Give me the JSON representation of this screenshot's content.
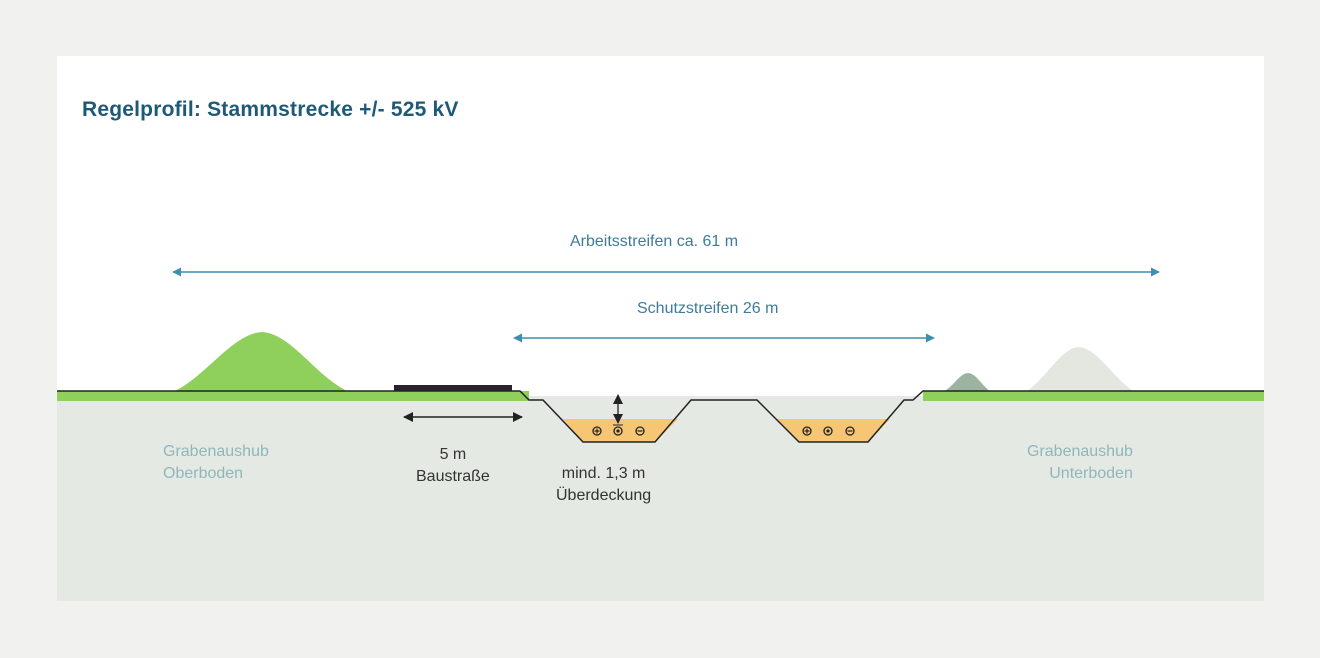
{
  "title": "Regelprofil: Stammstrecke +/- 525 kV",
  "dimensions": {
    "work_strip": "Arbeitsstreifen ca. 61 m",
    "protect_strip": "Schutzstreifen 26 m"
  },
  "labels": {
    "topsoil_line1": "Grabenaushub",
    "topsoil_line2": "Oberboden",
    "subsoil_line1": "Grabenaushub",
    "subsoil_line2": "Unterboden",
    "road_width": "5 m",
    "road_name": "Baustraße",
    "cover_line1": "mind. 1,3 m",
    "cover_line2": "Überdeckung"
  },
  "colors": {
    "title": "#1e5a78",
    "dimension_arrow": "#3d8fb0",
    "grass": "#8fcf5c",
    "topsoil_pile": "#8fcf5c",
    "subsoil_pile": "#e3e7e0",
    "ground": "#e5e9e3",
    "trench_sand": "#f7c675",
    "road": "#2a2230"
  },
  "icons": {
    "cable_plus": "plus-cable-icon",
    "cable_neutral": "neutral-cable-icon",
    "cable_minus": "minus-cable-icon"
  }
}
